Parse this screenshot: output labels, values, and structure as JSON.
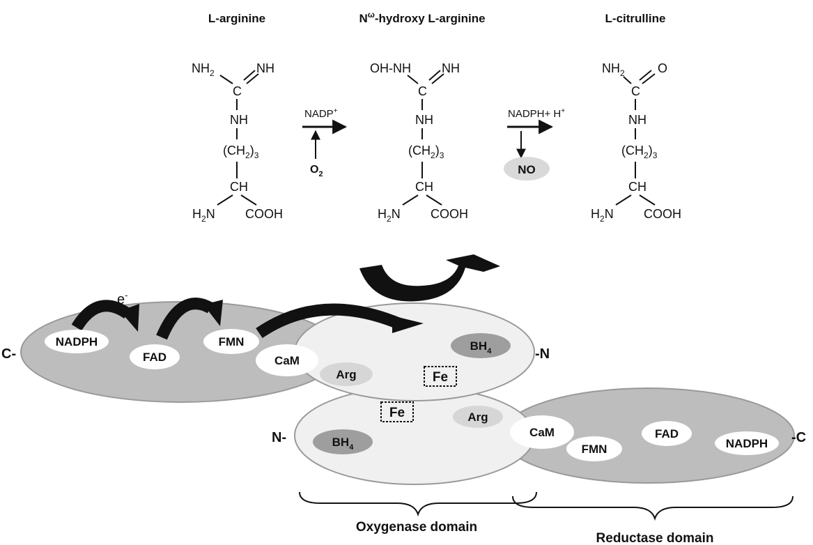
{
  "colors": {
    "reductase_fill": "#bdbdbd",
    "oxygenase_fill": "#f0f0f0",
    "ellipse_edge": "#999999",
    "cofactor_fill": "#ffffff",
    "bh4_fill": "#9e9e9e",
    "arg_fill": "#d6d6d6",
    "no_fill": "#d9d9d9",
    "arrow": "#111111"
  },
  "molecules": {
    "arginine": {
      "title": "L-arginine",
      "nh2": "NH",
      "nh2_sub": "2",
      "nh": "NH",
      "c": "C",
      "nh_chain": "NH",
      "ch2": "(CH",
      "ch2_sub": "2",
      "ch2_close": ")",
      "ch2_count": "3",
      "ch": "CH",
      "h2n_h": "H",
      "h2n_sub": "2",
      "h2n_n": "N",
      "cooh": "COOH"
    },
    "hydroxy": {
      "title_n": "N",
      "title_sup": "ω",
      "title_rest": "-hydroxy L-arginine",
      "ohnh": "OH-NH",
      "nh": "NH",
      "c": "C",
      "nh_chain": "NH",
      "ch2": "(CH",
      "ch2_sub": "2",
      "ch2_close": ")",
      "ch2_count": "3",
      "ch": "CH",
      "h2n_h": "H",
      "h2n_sub": "2",
      "h2n_n": "N",
      "cooh": "COOH"
    },
    "citrulline": {
      "title": "L-citrulline",
      "nh2": "NH",
      "nh2_sub": "2",
      "o": "O",
      "c": "C",
      "nh_chain": "NH",
      "ch2": "(CH",
      "ch2_sub": "2",
      "ch2_close": ")",
      "ch2_count": "3",
      "ch": "CH",
      "h2n_h": "H",
      "h2n_sub": "2",
      "h2n_n": "N",
      "cooh": "COOH"
    }
  },
  "reactions": {
    "step1": {
      "cofactor": "NADP",
      "cofactor_sup": "+",
      "reactant": "O",
      "reactant_sub": "2"
    },
    "step2": {
      "cofactor": "NADPH+ H",
      "cofactor_sup": "+",
      "product": "NO"
    }
  },
  "electron": {
    "label": "e",
    "sup": "-"
  },
  "dimer": {
    "top_reductase": {
      "left_terminal": "C-",
      "nadph": "NADPH",
      "fad": "FAD",
      "fmn": "FMN"
    },
    "top_oxygenase": {
      "cam": "CaM",
      "arg": "Arg",
      "fe": "Fe",
      "bh4": "BH",
      "bh4_sub": "4",
      "right_terminal": "-N"
    },
    "bottom_oxygenase": {
      "left_terminal": "N-",
      "fe": "Fe",
      "arg": "Arg",
      "bh4": "BH",
      "bh4_sub": "4"
    },
    "bottom_reductase": {
      "cam": "CaM",
      "fmn": "FMN",
      "fad": "FAD",
      "nadph": "NADPH",
      "right_terminal": "-C"
    }
  },
  "domains": {
    "oxygenase": "Oxygenase domain",
    "reductase": "Reductase domain"
  }
}
